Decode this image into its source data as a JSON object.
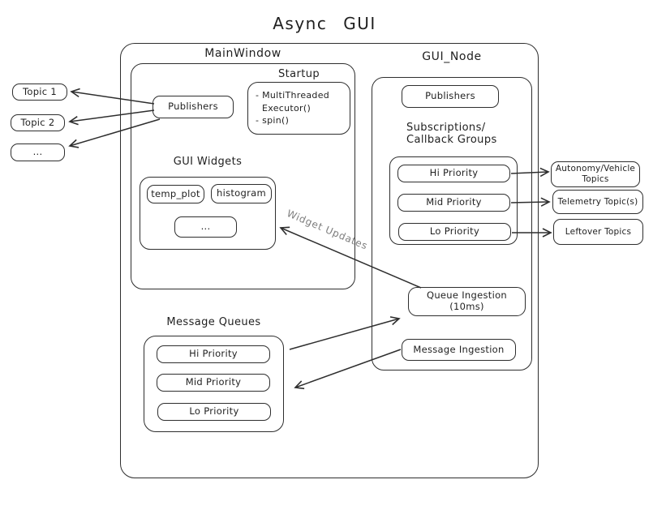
{
  "title": "Async GUI",
  "colors": {
    "stroke": "#2e2e2e",
    "text": "#1f1f1f",
    "annotation": "#7e7e7e",
    "background": "#ffffff"
  },
  "left_topics": [
    "Topic 1",
    "Topic 2",
    "..."
  ],
  "main_window": {
    "label": "MainWindow",
    "publishers_label": "Publishers",
    "startup": {
      "label": "Startup",
      "lines": [
        "- MultiThreaded",
        "Executor()",
        "- spin()"
      ]
    },
    "gui_widgets": {
      "label": "GUI Widgets",
      "widgets": [
        "temp_plot",
        "histogram",
        "..."
      ]
    }
  },
  "gui_node": {
    "label": "GUI_Node",
    "publishers_label": "Publishers",
    "subscriptions": {
      "heading_line1": "Subscriptions/",
      "heading_line2": "Callback Groups",
      "items": [
        "Hi Priority",
        "Mid Priority",
        "Lo Priority"
      ]
    },
    "queue_ingestion_label": "Queue Ingestion (10ms)",
    "message_ingestion_label": "Message Ingestion"
  },
  "right_topics": [
    "Autonomy/Vehicle Topics",
    "Telemetry Topic(s)",
    "Leftover Topics"
  ],
  "message_queues": {
    "label": "Message Queues",
    "items": [
      "Hi Priority",
      "Mid Priority",
      "Lo Priority"
    ]
  },
  "annotations": {
    "widget_updates": "Widget Updates"
  }
}
